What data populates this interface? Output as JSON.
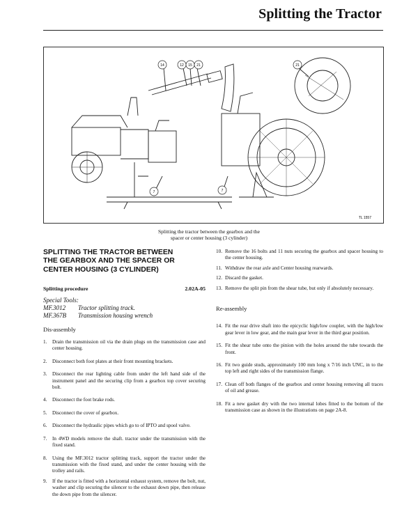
{
  "header": {
    "title": "Splitting the Tractor"
  },
  "figure": {
    "callouts": [
      "14",
      "12",
      "15",
      "21",
      "21",
      "7",
      "7"
    ],
    "ref": "TL 1557",
    "caption_line1": "Splitting the tractor between the gearbox and the",
    "caption_line2": "spacer or center housing (3 cylinder)"
  },
  "section": {
    "title_line1": "SPLITTING THE TRACTOR BETWEEN",
    "title_line2": "THE GEARBOX AND THE SPACER OR",
    "title_line3": "CENTER HOUSING (3 CYLINDER)",
    "procedure_label": "Splitting procedure",
    "procedure_code": "2.02A-05",
    "special_tools_label": "Special Tools:",
    "tools": [
      {
        "code": "MF.3012",
        "name": "Tractor splitting track."
      },
      {
        "code": "MF.367B",
        "name": "Transmission housing wrench"
      }
    ],
    "disassembly_label": "Dis-assembly",
    "disassembly": [
      {
        "n": "1.",
        "text": "Drain the transmission oil via the drain plugs on the transmission case and center housing."
      },
      {
        "n": "2.",
        "text": "Disconnect both foot plates at their front mounting brackets."
      },
      {
        "n": "3.",
        "text": "Disconnect the rear lighting cable from under the left hand side of the instrument panel and the securing clip from a gearbox top cover securing bolt."
      },
      {
        "n": "4.",
        "text": "Disconnect the foot brake rods."
      },
      {
        "n": "5.",
        "text": "Disconnect the cover of gearbox."
      },
      {
        "n": "6.",
        "text": "Disconnect the hydraulic pipes which go to of IPTO and spool valve."
      },
      {
        "n": "7.",
        "text": "In 4WD models remove the shaft. tractor under the transmission with the fixed stand."
      },
      {
        "n": "8.",
        "text": "Using the MF.3012 tractor splitting track, support the tractor under the transmission with the fixed stand, and under the center housing with the trolley and rails."
      },
      {
        "n": "9.",
        "text": "If the tractor is fitted with a horizontal exhaust system, remove the bolt, nut, washer and clip securing the silencer to the exhaust down pipe, then release the down pipe from the silencer."
      }
    ],
    "disassembly_cont": [
      {
        "n": "10.",
        "text": "Remove the 16 bolts and 11 nuts securing the gearbox and spacer housing to the center housing."
      },
      {
        "n": "11.",
        "text": "Withdraw the rear axle and Center housing rearwards."
      },
      {
        "n": "12.",
        "text": "Discard the gasket."
      },
      {
        "n": "13.",
        "text": "Remove the split pin from the shear tube, but only if absolutely necessary."
      }
    ],
    "reassembly_label": "Re-assembly",
    "reassembly": [
      {
        "n": "14.",
        "text": "Fit the rear drive shaft into the epicyclic high/low coupler, with the high/low gear lever in low gear, and the main gear lever in the third gear position."
      },
      {
        "n": "15.",
        "text": "Fit the shear tube onto the pinion with the holes around the tube towards the front."
      },
      {
        "n": "16.",
        "text": "Fit two guide studs, approximately 100 mm long x 7/16 inch UNC, in to the top left and right sides of the transmission flange."
      },
      {
        "n": "17.",
        "text": "Clean off both flanges of the gearbox and center housing removing all traces of oil and grease."
      },
      {
        "n": "18.",
        "text": "Fit a new gasket dry with the two internal lobes fitted to the bottom of the transmission case as shown in the illustrations on page 2A-8."
      }
    ]
  }
}
